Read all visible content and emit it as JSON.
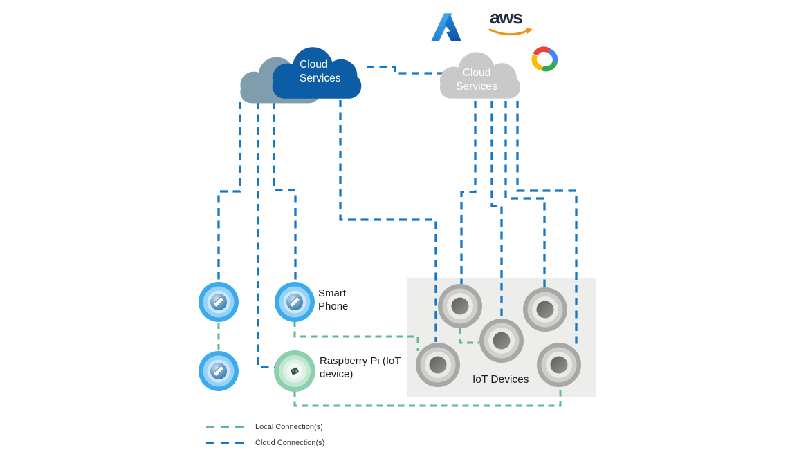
{
  "clouds": {
    "left_front": {
      "label": "Cloud Services",
      "color": "#0c5da5"
    },
    "left_back": {
      "color": "#7f9dad"
    },
    "right": {
      "label": "Cloud Services",
      "color": "#c9c9c9"
    }
  },
  "providers": {
    "aws": {
      "wordmark": "aws",
      "smile_color": "#f29111",
      "text_color": "#232f3e"
    },
    "azure": {
      "icon": "azure-logo-icon",
      "color": "#1b7bd4"
    },
    "google_cloud": {
      "icon": "google-cloud-logo-icon",
      "colors": {
        "blue": "#4285f4",
        "red": "#ea4335",
        "yellow": "#fbbc05",
        "green": "#34a853"
      }
    }
  },
  "nodes": {
    "smart_phone": {
      "label": "Smart Phone",
      "count": 3,
      "accent": "#3aabee"
    },
    "raspberry_pi": {
      "label": "Raspberry Pi (IoT device)",
      "accent": "#8ed0ad"
    },
    "iot_devices": {
      "label": "IoT Devices",
      "count": 5,
      "box_color": "#ededec"
    }
  },
  "legend": {
    "local": {
      "label": "Local Connection(s)",
      "color": "#5eba8c"
    },
    "cloud": {
      "label": "Cloud Connection(s)",
      "color": "#1577c5"
    }
  }
}
